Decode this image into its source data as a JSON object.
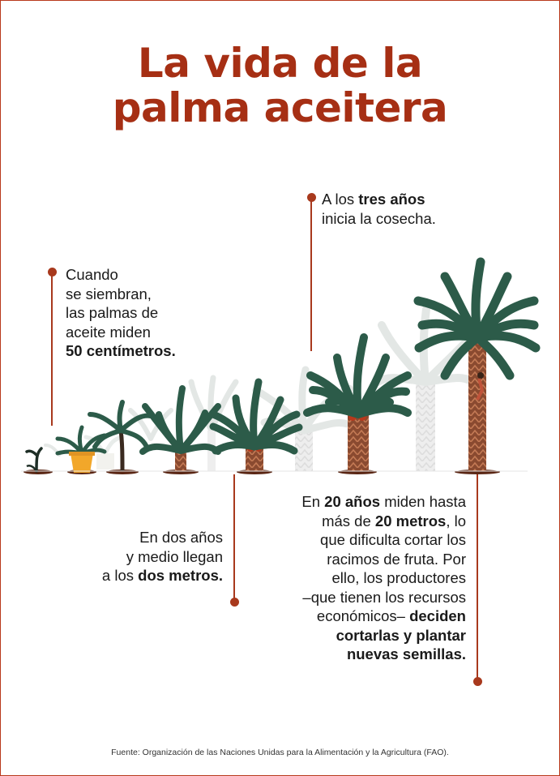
{
  "title": {
    "line1": "La vida de la",
    "line2": "palma aceitera"
  },
  "callouts": {
    "planting": {
      "line1": "Cuando",
      "line2": "se siembran,",
      "line3": "las palmas de",
      "line4": "aceite miden",
      "bold": "50 centímetros."
    },
    "three_years": {
      "prefix": "A los ",
      "bold": "tres años",
      "line2": "inicia la cosecha."
    },
    "two_half_years": {
      "line1": "En dos años",
      "line2": "y medio llegan",
      "prefix": "a los ",
      "bold": "dos metros."
    },
    "twenty_years": {
      "pre1": "En ",
      "bold1": "20 años",
      "post1": " miden hasta",
      "pre2": "más de ",
      "bold2": "20 metros",
      "post2": ", lo",
      "line3": "que dificulta cortar los",
      "line4": "racimos de fruta. Por",
      "line5": "ello, los productores",
      "line6": "–que tienen los recursos",
      "line7pre": "económicos– ",
      "line7bold": "deciden",
      "line8": "cortarlas y plantar",
      "line9": "nuevas semillas."
    }
  },
  "source": "Fuente: Organización de las Naciones Unidas para la Alimentación y la Agricultura (FAO).",
  "colors": {
    "accent": "#a8391d",
    "title": "#a62f14",
    "leaf": "#2c5b49",
    "trunk": "#8a4a30",
    "pot": "#f2a72a",
    "ghost": "#dfe6e2"
  }
}
